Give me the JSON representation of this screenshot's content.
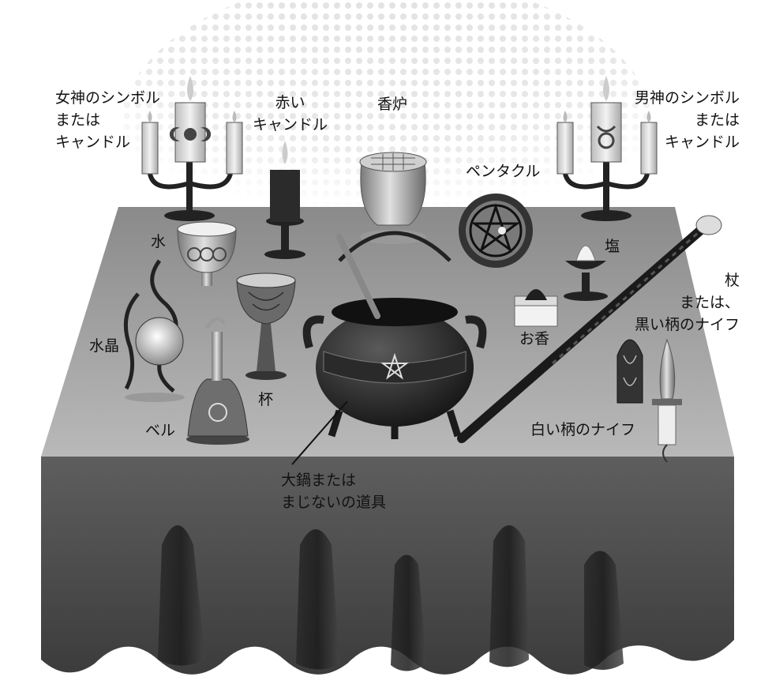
{
  "labels": {
    "goddess": [
      "女神のシンボル",
      "または",
      "キャンドル"
    ],
    "red_candle": [
      "赤い",
      "キャンドル"
    ],
    "censer": [
      "香炉"
    ],
    "god": [
      "男神のシンボル",
      "または",
      "キャンドル"
    ],
    "pentacle": [
      "ペンタクル"
    ],
    "water": [
      "水"
    ],
    "salt": [
      "塩"
    ],
    "wand": [
      "杖",
      "または、",
      "黒い柄のナイフ"
    ],
    "crystal": [
      "水晶"
    ],
    "incense": [
      "お香"
    ],
    "cup": [
      "杯"
    ],
    "bell": [
      "ベル"
    ],
    "white_knife": [
      "白い柄のナイフ"
    ],
    "cauldron": [
      "大鍋または",
      "まじないの道具"
    ]
  }
}
